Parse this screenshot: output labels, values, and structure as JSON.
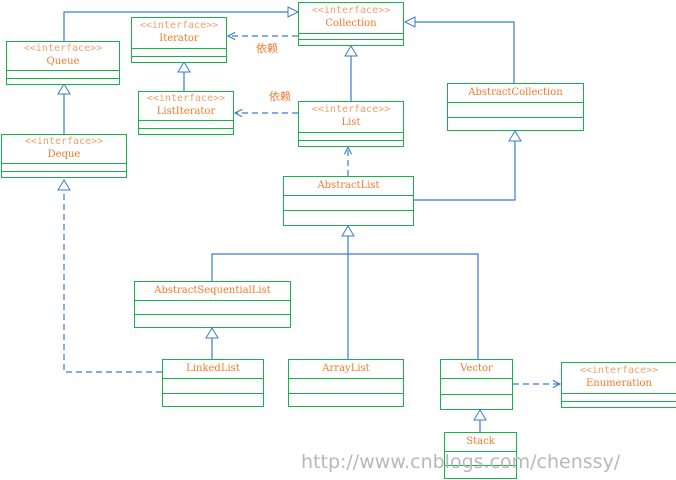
{
  "colors": {
    "box_border": "#17b24a",
    "line": "#3a7bd5",
    "text": "#f07a2a",
    "stereotype_text": "#f0a070",
    "watermark": "#b8b8b8"
  },
  "stereotype": "<<interface>>",
  "classes": {
    "collection": "Collection",
    "iterator": "Iterator",
    "list_iterator": "ListIterator",
    "queue": "Queue",
    "deque": "Deque",
    "list": "List",
    "abstract_collection": "AbstractCollection",
    "abstract_list": "AbstractList",
    "abstract_sequential_list": "AbstractSequentialList",
    "linked_list": "LinkedList",
    "array_list": "ArrayList",
    "vector": "Vector",
    "stack": "Stack",
    "enumeration": "Enumeration"
  },
  "labels": {
    "dependency_1": "依赖",
    "dependency_2": "依赖"
  },
  "watermark": "http://www.cnblogs.com/chenssy/"
}
